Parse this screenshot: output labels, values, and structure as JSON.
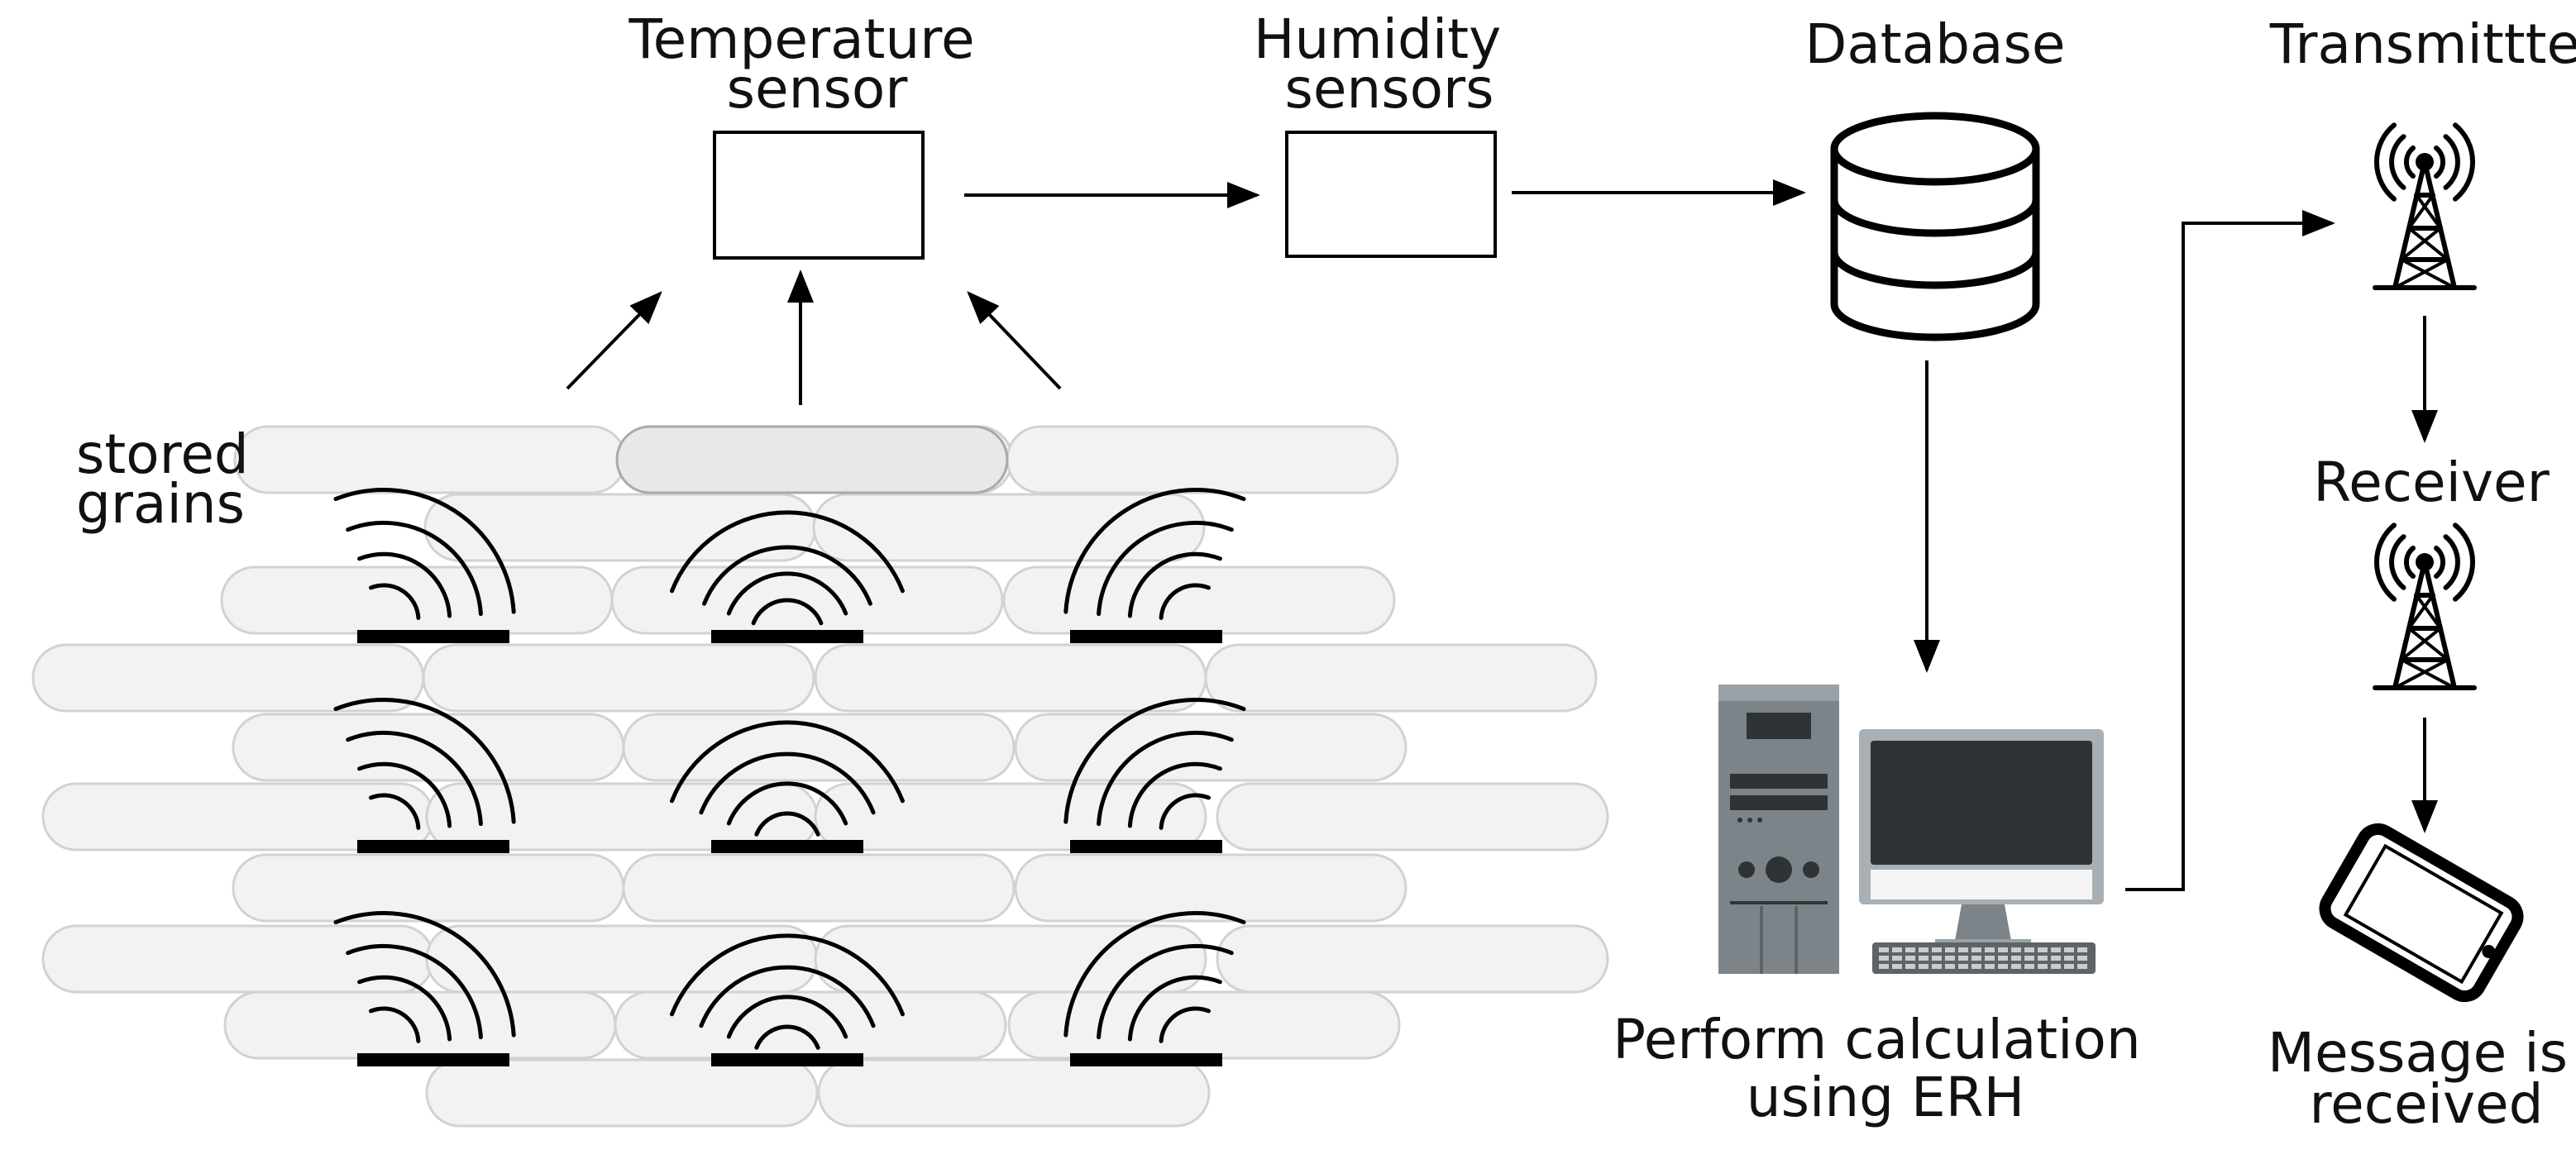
{
  "diagram": {
    "labels": {
      "temperature_sensor": [
        "Temperature",
        "sensor"
      ],
      "humidity_sensors": [
        "Humidity",
        "sensors"
      ],
      "database": "Database",
      "transmitter": "Transmittter",
      "receiver": "Receiver",
      "stored_grains": [
        "stored",
        "grains"
      ],
      "computer": [
        "Perform calculation",
        "using ERH"
      ],
      "phone": [
        "Message is",
        "received"
      ]
    },
    "icons": [
      "database-icon",
      "antenna-tower-icon",
      "computer-icon",
      "smartphone-icon",
      "sensor-bar-icon"
    ],
    "colors": {
      "stroke": "#000000",
      "grain_fill": "#f2f2f2",
      "grain_stroke": "#d2d2d2",
      "computer_case": "#7d8489",
      "monitor_screen": "#2e3336",
      "monitor_frame": "#a9b0b5"
    }
  }
}
